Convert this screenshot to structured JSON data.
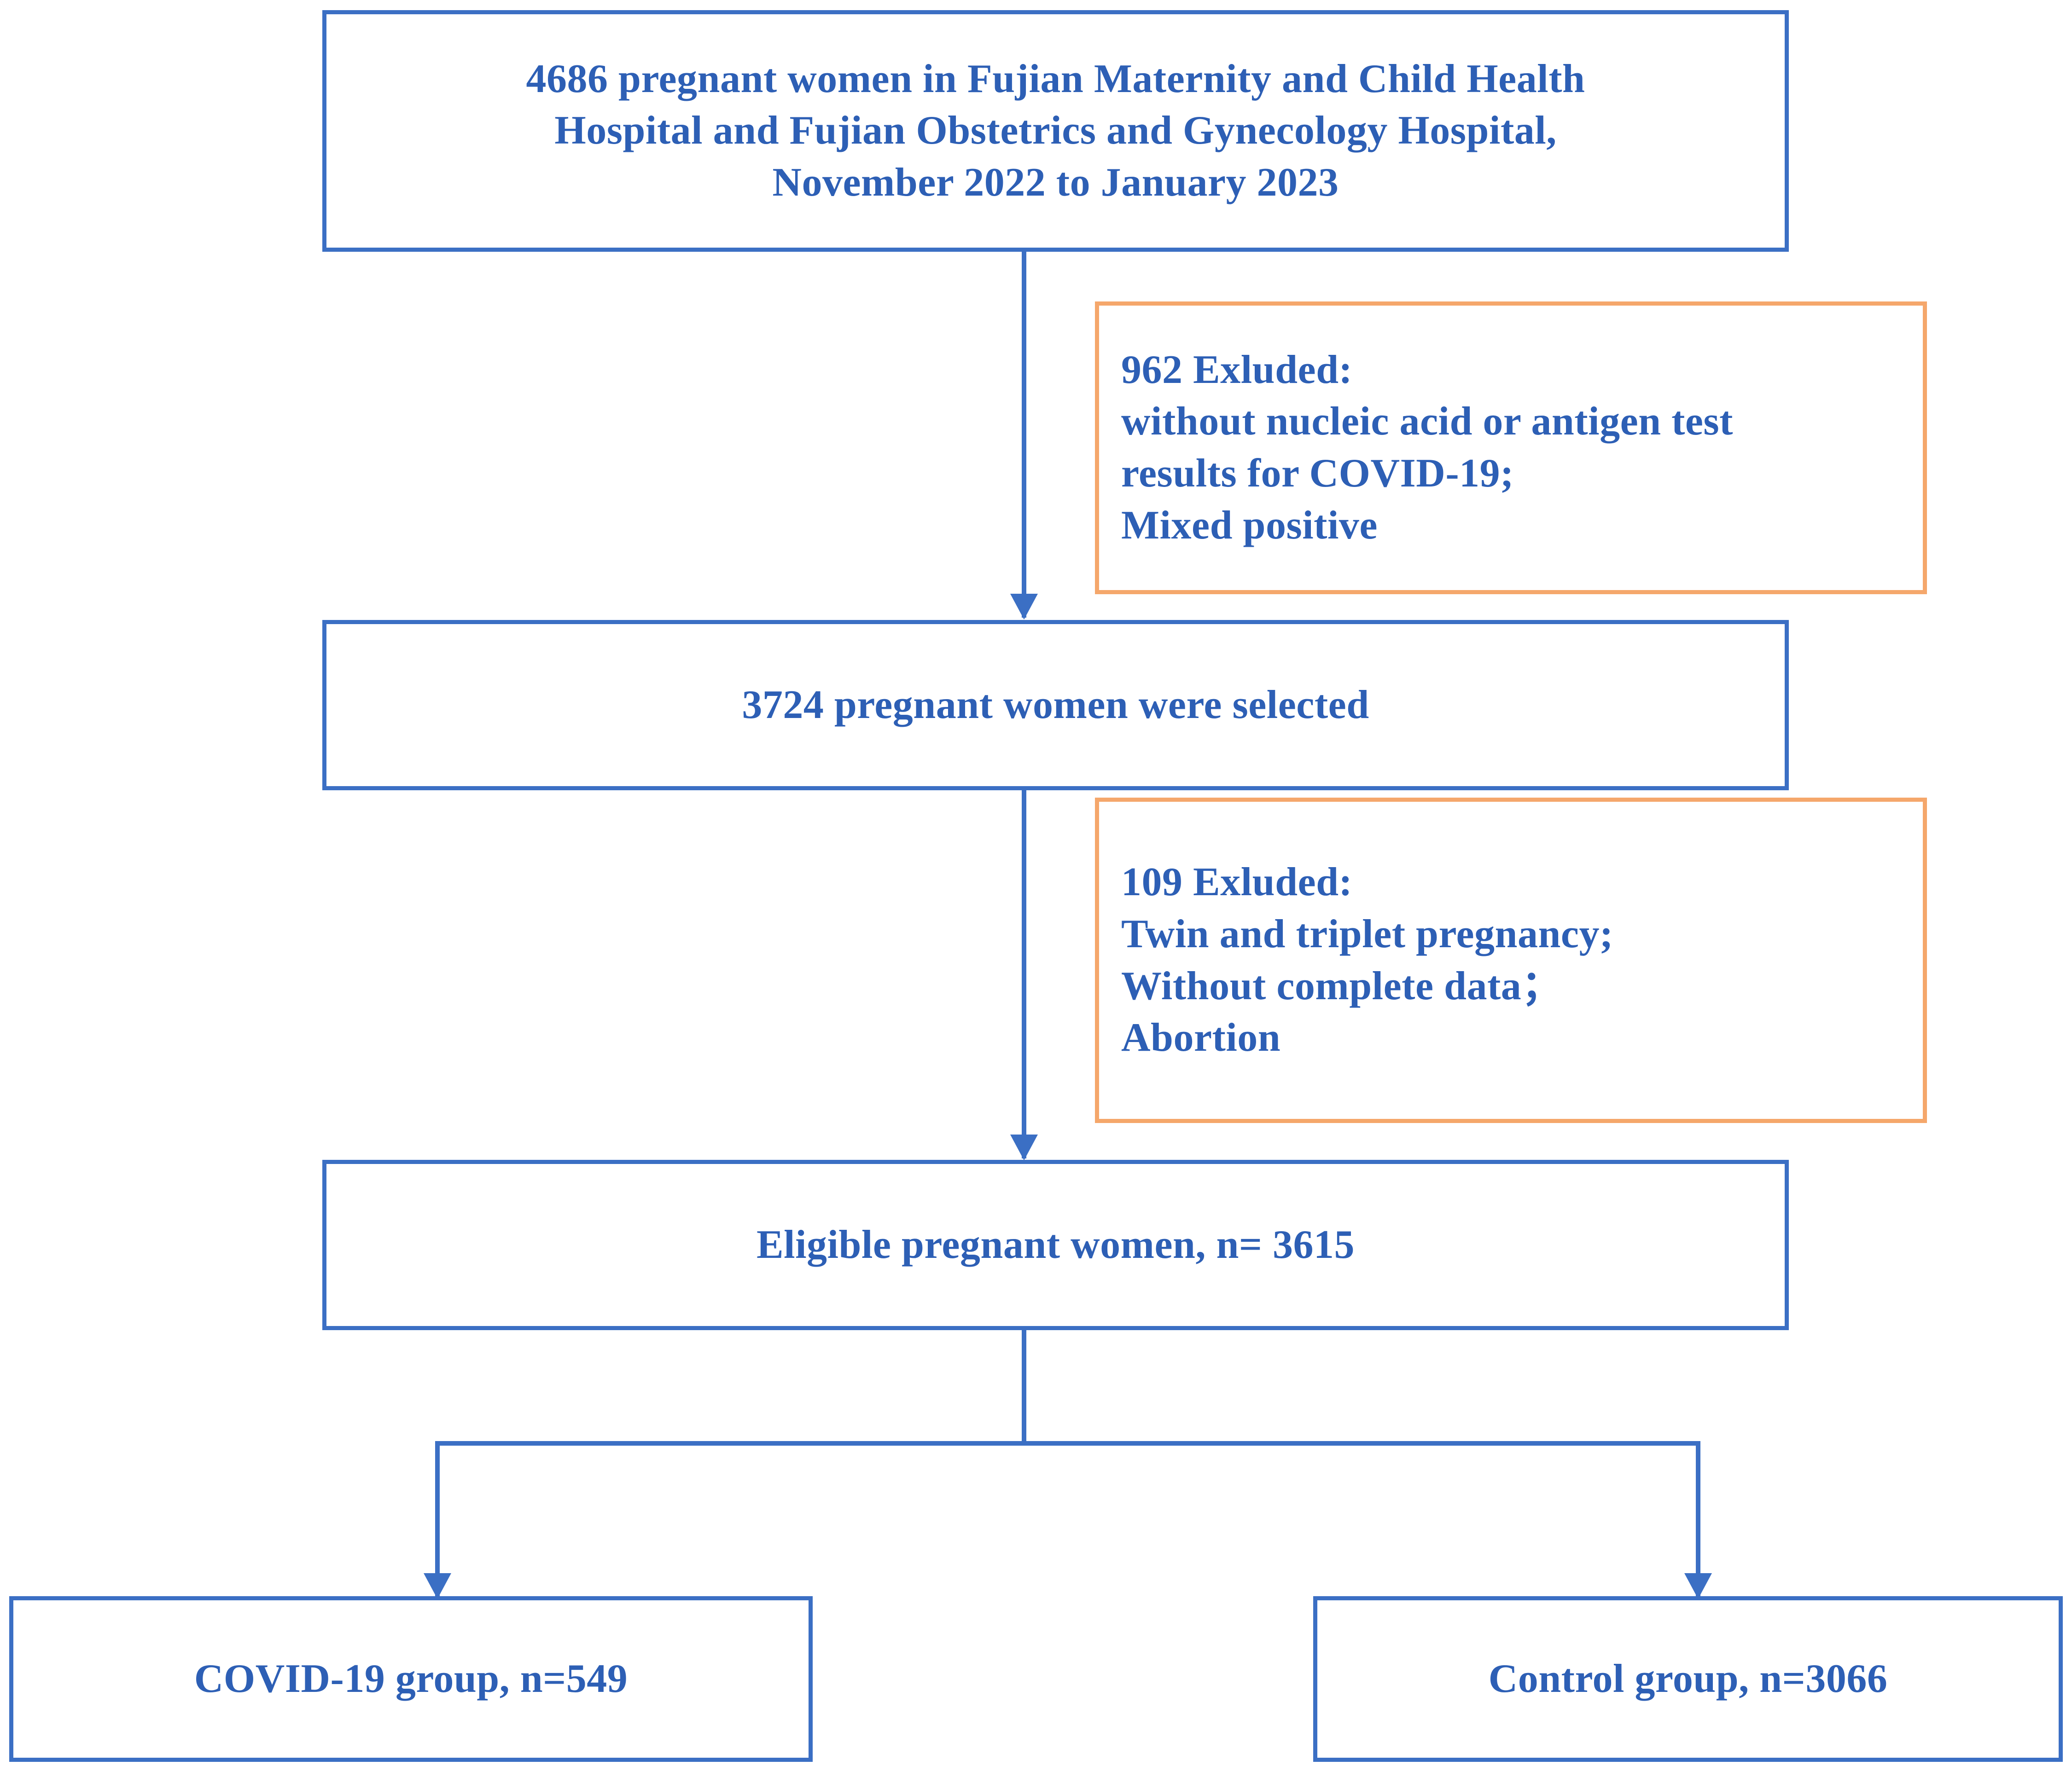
{
  "diagram": {
    "type": "flowchart",
    "title": "Study participant selection flowchart",
    "colors": {
      "box_border_primary": "#3B6FC4",
      "box_border_exclusion": "#F5A76B",
      "text": "#2D5FB5",
      "background": "#FFFFFF"
    },
    "nodes": {
      "enrollment": {
        "line1": "4686  pregnant women in Fujian Maternity and Child Health",
        "line2": "Hospital and Fujian Obstetrics and Gynecology Hospital,",
        "line3": "November 2022 to January 2023",
        "count": "4686"
      },
      "exclusion_1": {
        "line1": "962 Exluded:",
        "line2": "without nucleic acid or antigen test",
        "line3": "results for COVID-19;",
        "line4": "Mixed positive",
        "count": "962"
      },
      "selected": {
        "line1": "3724 pregnant women were selected",
        "count": "3724"
      },
      "exclusion_2": {
        "line1": "109 Exluded:",
        "line2": "Twin and triplet pregnancy;",
        "line3": "Without complete  data；",
        "line4": "Abortion",
        "count": "109"
      },
      "eligible": {
        "line1": "Eligible pregnant women, n= 3615",
        "count": "3615"
      },
      "covid_group": {
        "line1": "COVID-19 group, n=549",
        "count": "549"
      },
      "control_group": {
        "line1": "Control group, n=3066",
        "count": "3066"
      }
    }
  }
}
